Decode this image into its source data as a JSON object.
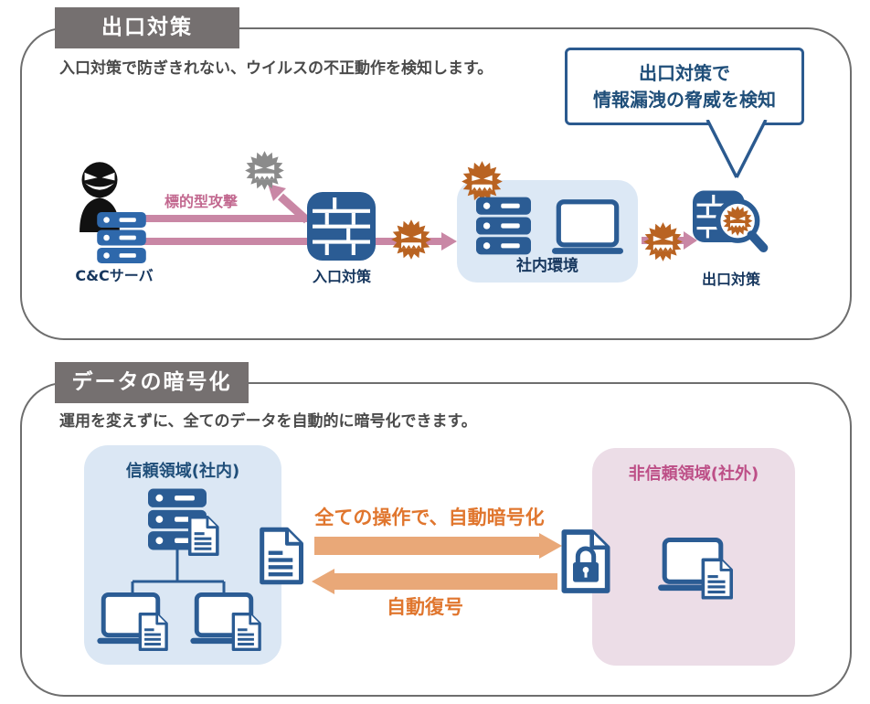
{
  "exit": {
    "title": "出口対策",
    "subtitle": "入口対策で防ぎきれない、ウイルスの不正動作を検知します。",
    "callout": {
      "line1": "出口対策で",
      "line2": "情報漏洩の脅威を検知"
    },
    "attack_label": "標的型攻撃",
    "nodes": {
      "cc_server": "C&Cサーバ",
      "entrance": "入口対策",
      "internal": "社内環境",
      "exit": "出口対策"
    }
  },
  "encryption": {
    "title": "データの暗号化",
    "subtitle": "運用を変えずに、全てのデータを自動的に暗号化できます。",
    "trusted_label": "信頼領域(社内)",
    "untrusted_label": "非信頼領域(社外)",
    "encrypt_label": "全ての操作で、自動暗号化",
    "decrypt_label": "自動復号"
  },
  "colors": {
    "navy_icon": "#2b5c94",
    "dark_navy_text": "#17375e",
    "callout_blue": "#2b5a8f",
    "panel_border_gray": "#6e6e6e",
    "title_box_gray": "#757070",
    "pink_arrow": "#c987a5",
    "pink_text": "#c2688f",
    "magenta_text": "#bd4f87",
    "orange_virus": "#b96322",
    "orange_text": "#e0762e",
    "tan_arrow": "#e9a878",
    "light_blue_box": "#dbe7f4",
    "light_pink_box": "#ecdde7",
    "virus_gray": "#8b8b8b"
  }
}
